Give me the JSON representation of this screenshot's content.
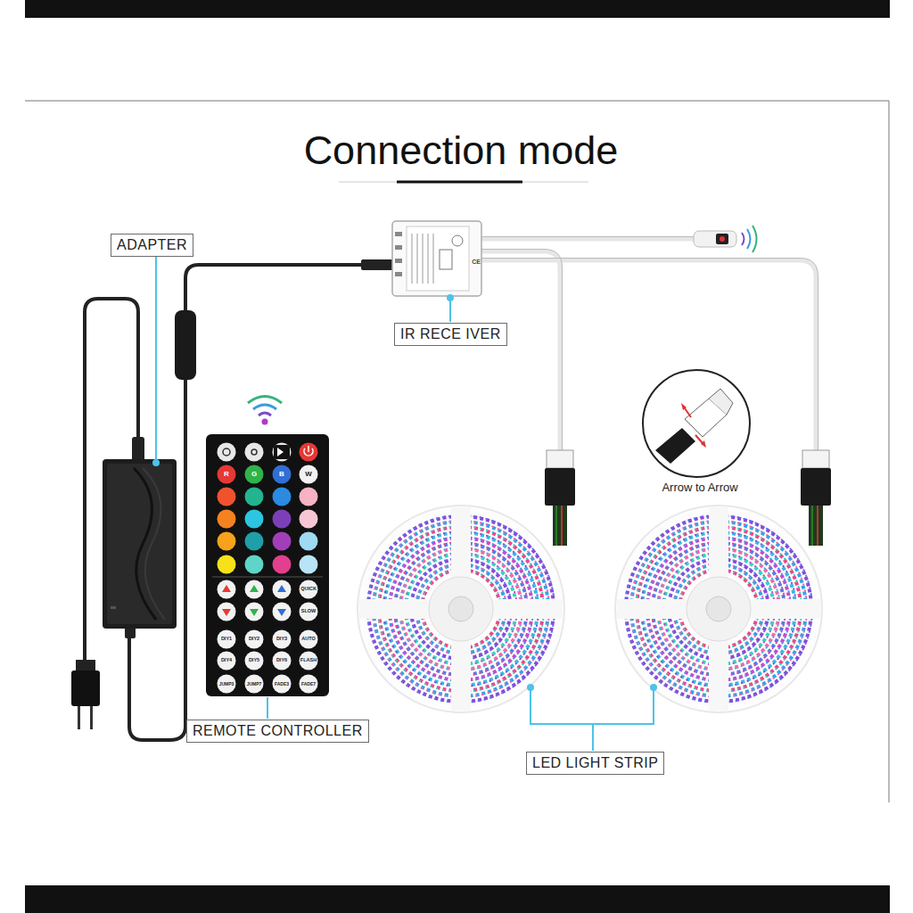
{
  "diagram": {
    "title": "Connection mode",
    "nodes": [
      {
        "text": [
          "ADAPTER"
        ]
      },
      {
        "text": [
          "IR RECE IVER"
        ]
      },
      {
        "text": [
          "REMOTE CONTROLLER"
        ]
      },
      {
        "text": [
          "LED LIGHT STRIP"
        ]
      }
    ],
    "labels": [
      "CE",
      "Arrow to Arrow",
      "R",
      "G",
      "B",
      "W",
      "QUICK",
      "SLOW",
      "DIY1",
      "DIY2",
      "DIY3",
      "AUTO",
      "DIY4",
      "DIY5",
      "DIY6",
      "FLASH",
      "JUMP3",
      "JUMP7",
      "FADE3",
      "FADE7"
    ]
  }
}
